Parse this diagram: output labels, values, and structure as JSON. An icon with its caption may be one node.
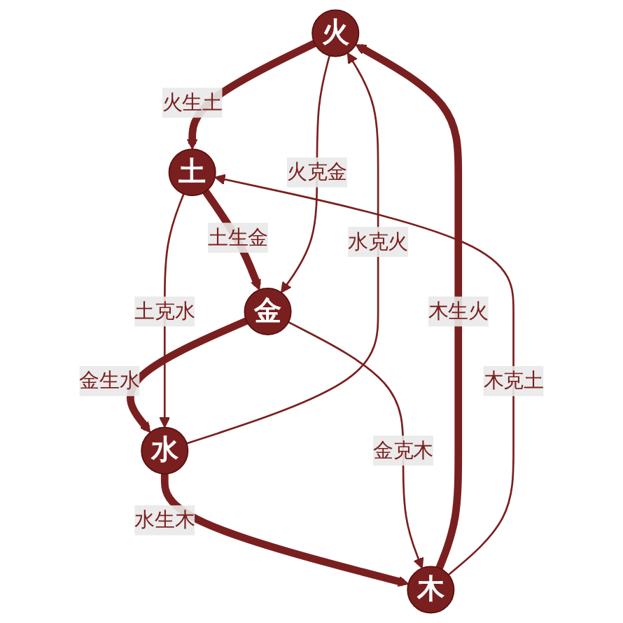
{
  "diagram": {
    "nodes": [
      {
        "text": [
          "火"
        ]
      },
      {
        "text": [
          "土"
        ]
      },
      {
        "text": [
          "金"
        ]
      },
      {
        "text": [
          "水"
        ]
      },
      {
        "text": [
          "木"
        ]
      }
    ],
    "edges": [
      {
        "from": 4,
        "to": 0,
        "arrow": "to",
        "label": "木生火",
        "style": "thick"
      },
      {
        "from": 0,
        "to": 1,
        "arrow": "to",
        "label": "火生土",
        "style": "thick"
      },
      {
        "from": 1,
        "to": 2,
        "arrow": "to",
        "label": "土生金",
        "style": "thick"
      },
      {
        "from": 2,
        "to": 3,
        "arrow": "to",
        "label": "金生水",
        "style": "thick"
      },
      {
        "from": 3,
        "to": 4,
        "arrow": "to",
        "label": "水生木",
        "style": "thick"
      },
      {
        "from": 4,
        "to": 1,
        "arrow": "to",
        "label": "木克土"
      },
      {
        "from": 1,
        "to": 3,
        "arrow": "to",
        "label": "土克水"
      },
      {
        "from": 3,
        "to": 0,
        "arrow": "to",
        "label": "水克火"
      },
      {
        "from": 0,
        "to": 2,
        "arrow": "to",
        "label": "火克金"
      },
      {
        "from": 2,
        "to": 4,
        "arrow": "to",
        "label": "金克木"
      }
    ]
  }
}
